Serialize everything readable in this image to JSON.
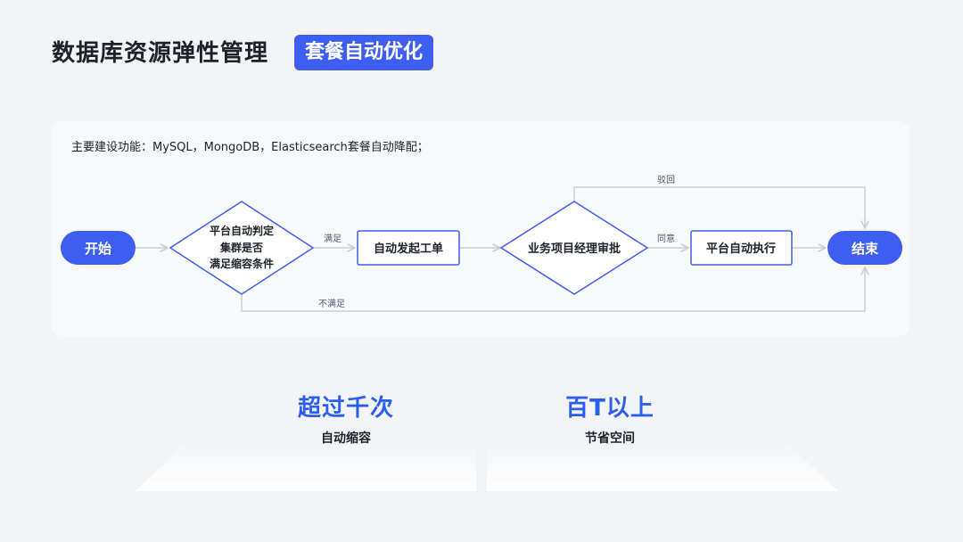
{
  "header": {
    "title": "数据库资源弹性管理",
    "tag": "套餐自动优化"
  },
  "flow": {
    "note": "主要建设功能：MySQL，MongoDB，Elasticsearch套餐自动降配；",
    "nodes": {
      "start": "开始",
      "decision1": [
        "平台自动判定",
        "集群是否",
        "满足缩容条件"
      ],
      "ticket": "自动发起工单",
      "decision2": "业务项目经理审批",
      "execute": "平台自动执行",
      "end": "结束"
    },
    "edges": {
      "satisfied": "满足",
      "not_satisfied": "不满足",
      "approved": "同意",
      "rejected": "驳回"
    },
    "colors": {
      "accent": "#3d5ef0",
      "connector": "#c9cdd4"
    }
  },
  "stats": [
    {
      "value": "超过千次",
      "label": "自动缩容"
    },
    {
      "value": "百T以上",
      "label": "节省空间"
    }
  ]
}
